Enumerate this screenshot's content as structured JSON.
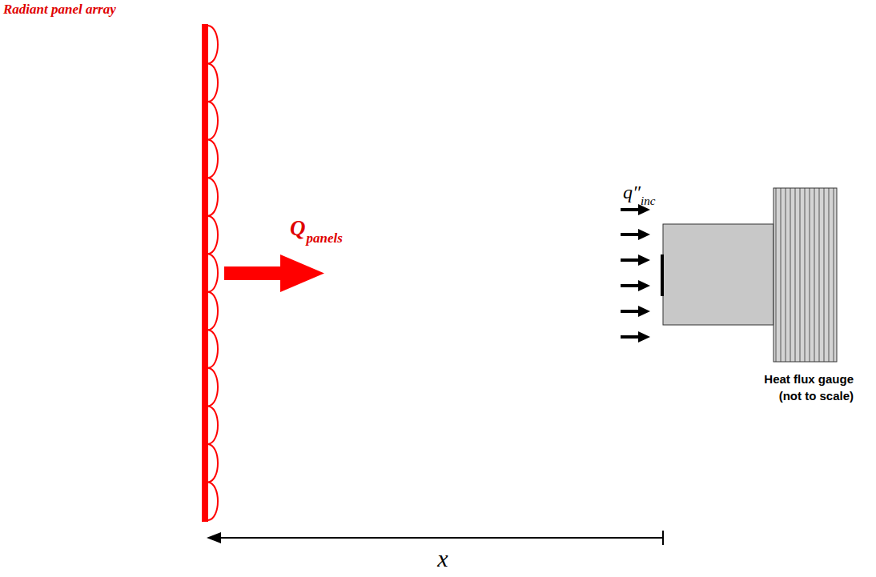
{
  "diagram": {
    "labels": [
      "Radiant panel array",
      "Q",
      "panels",
      "q″",
      "inc",
      "Heat flux gauge",
      "(not to scale)",
      "x"
    ]
  }
}
